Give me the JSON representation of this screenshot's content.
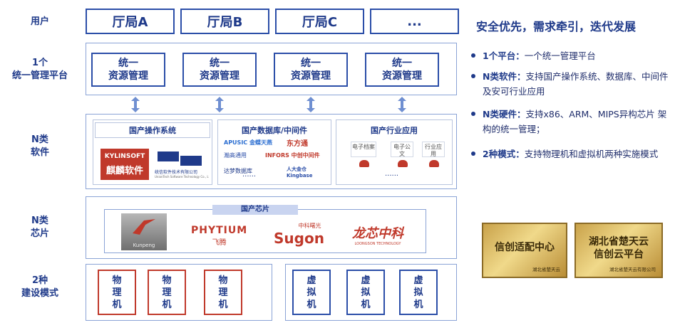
{
  "rows": {
    "users": "用户",
    "platform": [
      "1个",
      "统一管理平台"
    ],
    "software": [
      "N类",
      "软件"
    ],
    "chips": [
      "N类",
      "芯片"
    ],
    "modes": [
      "2种",
      "建设模式"
    ]
  },
  "tenants": [
    "厅局A",
    "厅局B",
    "厅局C",
    "..."
  ],
  "resource_box": [
    "统一",
    "资源管理"
  ],
  "software": {
    "os": {
      "title": "国产操作系统",
      "kylin_brand": "KYLINSOFT",
      "kylin_name": "麒麟软件",
      "uos_name": "统信软件技术有限公司",
      "uos_sub": "UnionTech Software Technology Co., Ltd."
    },
    "db": {
      "title": "国产数据库/中间件",
      "logos": [
        "APUSIC 金蝶天燕",
        "东方通",
        "瀚高通用",
        "INFORS 中创中间件",
        "达梦数据库",
        "人大金仓 Kingbase"
      ]
    },
    "apps": {
      "title": "国产行业应用",
      "items": [
        "电子档案",
        "电子公文",
        "行业应用"
      ],
      "more": "......"
    },
    "more": "......"
  },
  "chips": {
    "title": "国产芯片",
    "kunpeng": "Kunpeng",
    "phytium_en": "PHYTIUM",
    "phytium_cn": "飞腾",
    "sugon_cn": "中科曙光",
    "sugon_en": "Sugon",
    "loongson_cn": "龙芯中科",
    "loongson_en": "LOONGSON TECHNOLOGY"
  },
  "physical": [
    "物",
    "理",
    "机"
  ],
  "virtual": [
    "虚",
    "拟",
    "机"
  ],
  "right": {
    "heading": "安全优先，需求牵引，迭代发展",
    "bullets": [
      {
        "label": "1个平台：",
        "text": "一个统一管理平台"
      },
      {
        "label": "N类软件：",
        "text": "支持国产操作系统、数据库、中间件及安可行业应用"
      },
      {
        "label": "N类硬件：",
        "text": "支持x86、ARM、MIPS异构芯片 架构的统一管理；"
      },
      {
        "label": "2种模式：",
        "text": "支持物理机和虚拟机两种实施模式"
      }
    ],
    "plaque1": {
      "title": "信创适配中心",
      "sub": "湖北省楚天云"
    },
    "plaque2": {
      "title": [
        "湖北省楚天云",
        "信创云平台"
      ],
      "sub": "湖北省楚天云有限公司"
    }
  },
  "colors": {
    "accent": "#1f3a8a",
    "border": "#2b4ea8",
    "red": "#c0392b",
    "gold": "#d9b866"
  }
}
